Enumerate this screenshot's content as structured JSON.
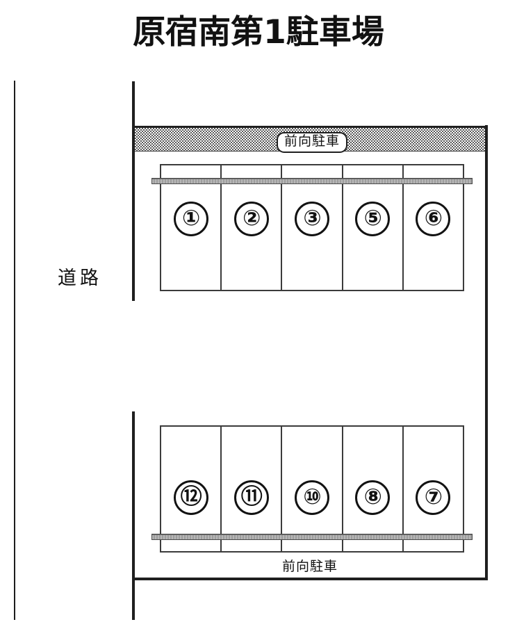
{
  "title": "原宿南第1駐車場",
  "road": {
    "label": "道路"
  },
  "north_area": {
    "band_label": "前向駐車",
    "stalls": [
      {
        "number": "①"
      },
      {
        "number": "②"
      },
      {
        "number": "③"
      },
      {
        "number": "⑤"
      },
      {
        "number": "⑥"
      }
    ]
  },
  "south_area": {
    "band_label": "前向駐車",
    "stalls": [
      {
        "number": "⑫"
      },
      {
        "number": "⑪"
      },
      {
        "number": "⑩"
      },
      {
        "number": "⑧"
      },
      {
        "number": "⑦"
      }
    ]
  },
  "colors": {
    "ink": "#1a1a1a",
    "line": "#3b3b3b",
    "heavy_line": "#1f1f1f",
    "hatch": "#595959",
    "wheel_stop": "#a9a9a9",
    "paper": "#ffffff"
  }
}
